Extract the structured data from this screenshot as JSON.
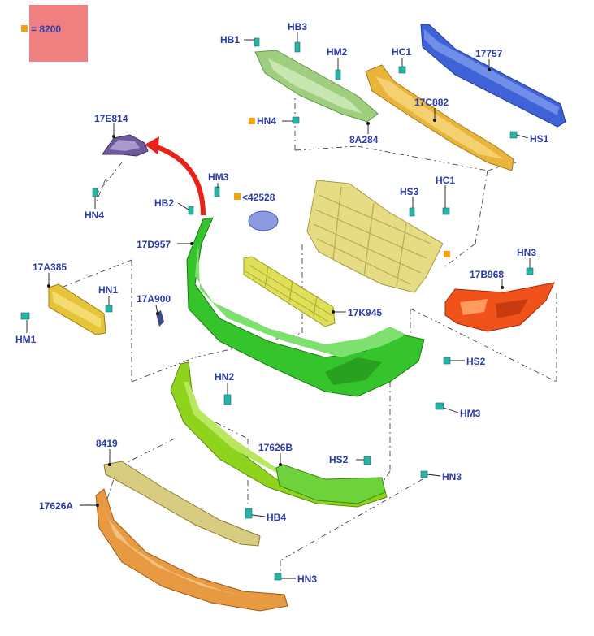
{
  "legend": {
    "marker_color": "#f5a30a",
    "box_color": "#f08080",
    "text": "= 8200"
  },
  "labels": {
    "hb1": "HB1",
    "hb3": "HB3",
    "hm2": "HM2",
    "hc1_top": "HC1",
    "p17757": "17757",
    "p17c882": "17C882",
    "hn4_top": "HN4",
    "p8a284": "8A284",
    "hs1": "HS1",
    "p17e814": "17E814",
    "hn4_left": "HN4",
    "hm3_top": "HM3",
    "hb2": "HB2",
    "p42528": "<42528",
    "hs3": "HS3",
    "hc1_mid": "HC1",
    "p17d957": "17D957",
    "p17a385": "17A385",
    "hn1": "HN1",
    "hm1": "HM1",
    "p17a900": "17A900",
    "p17k945": "17K945",
    "hn3_right": "HN3",
    "p17b968": "17B968",
    "hs2_right": "HS2",
    "hn2": "HN2",
    "hm3_low": "HM3",
    "p8419": "8419",
    "p17626b": "17626B",
    "hs2_low": "HS2",
    "hn3_low": "HN3",
    "p17626a": "17626A",
    "hb4": "HB4",
    "hn3_bottom": "HN3"
  },
  "part_colors": {
    "cowl_panel": "#9fce7e",
    "bumper_reinforcement": "#3f63d6",
    "absorber": "#e8b43a",
    "bracket_17e814": "#6e5a9a",
    "arrow": "#e8221a",
    "grille": "#e6dc84",
    "emblem": "#8a9be0",
    "bumper_cover": "#35c42b",
    "plate_bracket": "#e6c43a",
    "lower_grille": "#dfe058",
    "fog_bezel": "#f0521a",
    "lower_cover": "#8ed31c",
    "deflector_8419": "#d8cc80",
    "valance_17626a": "#e89a43",
    "fastener": "#27b3a8"
  }
}
